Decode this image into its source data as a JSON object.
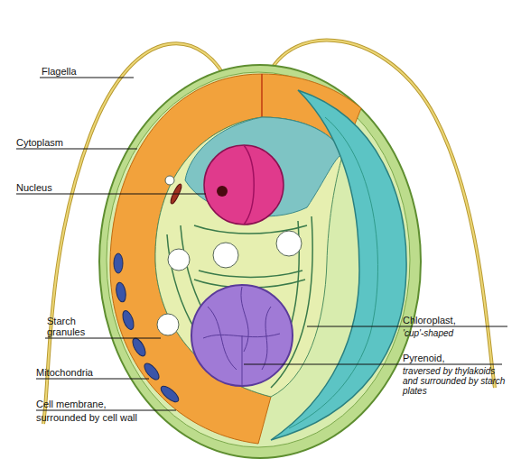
{
  "diagram": {
    "labels": [
      "Flagella",
      "Cytoplasm",
      "Nucleus",
      "Starch granules",
      "Mitochondria",
      "Cell membrane,",
      "surrounded by cell wall",
      "Chloroplast,",
      "'cup'-shaped",
      "Pyrenoid,",
      "traversed by thylakoids and surrounded by starch plates"
    ]
  }
}
